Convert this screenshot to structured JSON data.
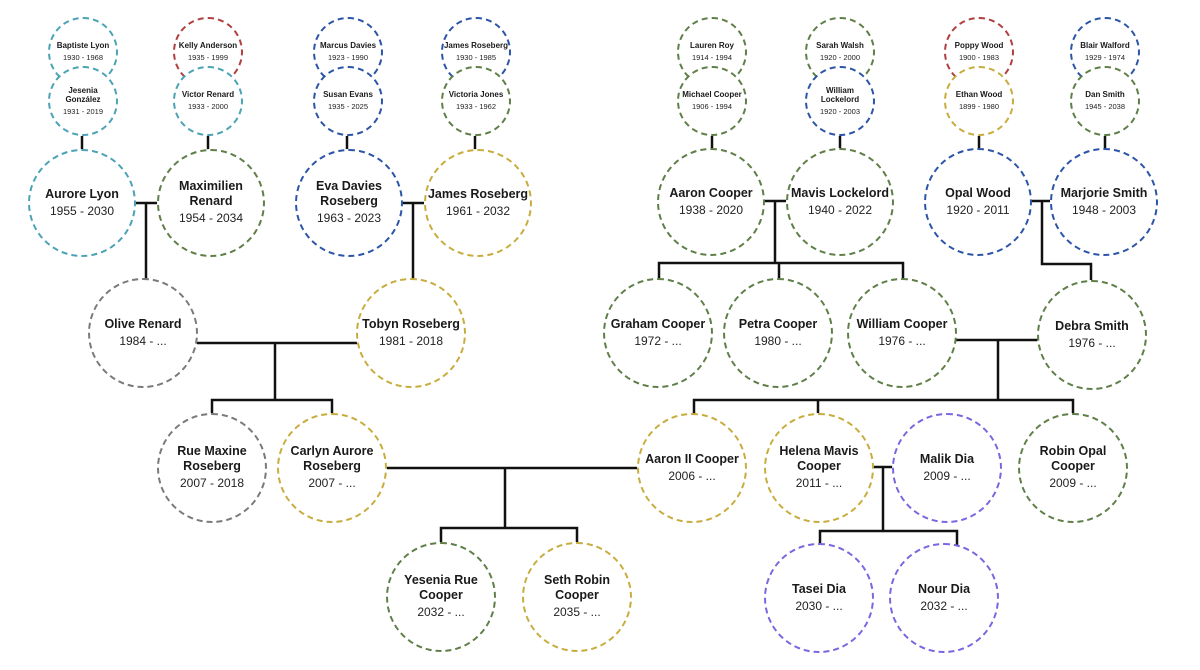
{
  "colors": {
    "teal": "#4ba3b5",
    "red": "#b0403f",
    "blue": "#2c55a8",
    "green": "#5f7f48",
    "gold": "#c8ad3e",
    "gray": "#7a7a7a",
    "purple": "#7b66e0",
    "line": "#111111"
  },
  "people": {
    "baptiste_lyon": {
      "name": "Baptiste Lyon",
      "dates": "1930 - 1968",
      "color": "teal"
    },
    "jesenia_gonzalez": {
      "name": "Jesenia González",
      "dates": "1931 - 2019",
      "color": "teal"
    },
    "kelly_anderson": {
      "name": "Kelly Anderson",
      "dates": "1935 - 1999",
      "color": "red"
    },
    "victor_renard": {
      "name": "Victor Renard",
      "dates": "1933 - 2000",
      "color": "teal"
    },
    "marcus_davies": {
      "name": "Marcus Davies",
      "dates": "1923 - 1990",
      "color": "blue"
    },
    "susan_evans": {
      "name": "Susan Evans",
      "dates": "1935 - 2025",
      "color": "blue"
    },
    "james_roseberg_sr": {
      "name": "James Roseberg",
      "dates": "1930 - 1985",
      "color": "blue"
    },
    "victoria_jones": {
      "name": "Victoria Jones",
      "dates": "1933 - 1962",
      "color": "green"
    },
    "lauren_roy": {
      "name": "Lauren Roy",
      "dates": "1914 - 1994",
      "color": "green"
    },
    "michael_cooper": {
      "name": "Michael Cooper",
      "dates": "1906 - 1994",
      "color": "green"
    },
    "sarah_walsh": {
      "name": "Sarah Walsh",
      "dates": "1920 - 2000",
      "color": "green"
    },
    "william_lockelord": {
      "name": "William Lockelord",
      "dates": "1920 - 2003",
      "color": "blue"
    },
    "poppy_wood": {
      "name": "Poppy Wood",
      "dates": "1900 - 1983",
      "color": "red"
    },
    "ethan_wood": {
      "name": "Ethan Wood",
      "dates": "1899 - 1980",
      "color": "gold"
    },
    "blair_walford": {
      "name": "Blair Walford",
      "dates": "1929 - 1974",
      "color": "blue"
    },
    "dan_smith": {
      "name": "Dan Smith",
      "dates": "1945 - 2038",
      "color": "green"
    },
    "aurore_lyon": {
      "name": "Aurore Lyon",
      "dates": "1955 - 2030",
      "color": "teal"
    },
    "maximilien_renard": {
      "name": "Maximilien Renard",
      "dates": "1954 - 2034",
      "color": "green"
    },
    "eva_davies_roseberg": {
      "name": "Eva Davies Roseberg",
      "dates": "1963 - 2023",
      "color": "blue"
    },
    "james_roseberg": {
      "name": "James Roseberg",
      "dates": "1961 - 2032",
      "color": "gold"
    },
    "aaron_cooper": {
      "name": "Aaron Cooper",
      "dates": "1938 - 2020",
      "color": "green"
    },
    "mavis_lockelord": {
      "name": "Mavis Lockelord",
      "dates": "1940 - 2022",
      "color": "green"
    },
    "opal_wood": {
      "name": "Opal Wood",
      "dates": "1920 - 2011",
      "color": "blue"
    },
    "marjorie_smith": {
      "name": "Marjorie Smith",
      "dates": "1948 - 2003",
      "color": "blue"
    },
    "olive_renard": {
      "name": "Olive Renard",
      "dates": "1984 - ...",
      "color": "gray"
    },
    "tobyn_roseberg": {
      "name": "Tobyn Roseberg",
      "dates": "1981 - 2018",
      "color": "gold"
    },
    "graham_cooper": {
      "name": "Graham Cooper",
      "dates": "1972 - ...",
      "color": "green"
    },
    "petra_cooper": {
      "name": "Petra Cooper",
      "dates": "1980 - ...",
      "color": "green"
    },
    "william_cooper": {
      "name": "William Cooper",
      "dates": "1976 - ...",
      "color": "green"
    },
    "debra_smith": {
      "name": "Debra Smith",
      "dates": "1976 - ...",
      "color": "green"
    },
    "rue_maxine_roseberg": {
      "name": "Rue Maxine Roseberg",
      "dates": "2007 - 2018",
      "color": "gray"
    },
    "carlyn_aurore_roseberg": {
      "name": "Carlyn Aurore Roseberg",
      "dates": "2007 - ...",
      "color": "gold"
    },
    "aaron_ii_cooper": {
      "name": "Aaron II Cooper",
      "dates": "2006 - ...",
      "color": "gold"
    },
    "helena_mavis_cooper": {
      "name": "Helena Mavis Cooper",
      "dates": "2011 - ...",
      "color": "gold"
    },
    "malik_dia": {
      "name": "Malik Dia",
      "dates": "2009 - ...",
      "color": "purple"
    },
    "robin_opal_cooper": {
      "name": "Robin Opal Cooper",
      "dates": "2009 - ...",
      "color": "green"
    },
    "yesenia_rue_cooper": {
      "name": "Yesenia Rue Cooper",
      "dates": "2032 - ...",
      "color": "green"
    },
    "seth_robin_cooper": {
      "name": "Seth Robin Cooper",
      "dates": "2035 - ...",
      "color": "gold"
    },
    "tasei_dia": {
      "name": "Tasei Dia",
      "dates": "2030 - ...",
      "color": "purple"
    },
    "nour_dia": {
      "name": "Nour Dia",
      "dates": "2032 - ...",
      "color": "purple"
    }
  }
}
